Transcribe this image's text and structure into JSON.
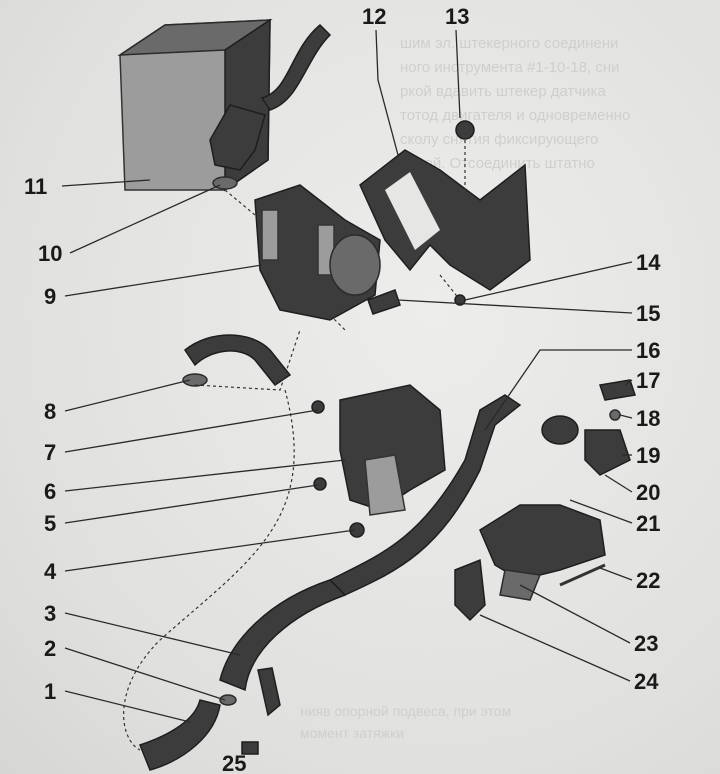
{
  "title": "Exploded view of engine cooling/heater components",
  "bleed_text_top": [
    "шим эл. штекерного соединени",
    "ного инструмента #1-10-18, сни",
    "ркой вдавить штекер датчика",
    "тотод двигателя и одновременно",
    "сколу снятия фиксирующего",
    "ворой. Отсоединить штатно"
  ],
  "bleed_text_bottom": [
    "нияв опорной подвеса, при этом",
    "момент затяжки"
  ],
  "labels": {
    "l1": "1",
    "l2": "2",
    "l3": "3",
    "l4": "4",
    "l5": "5",
    "l6": "6",
    "l7": "7",
    "l8": "8",
    "l9": "9",
    "l10": "10",
    "l11": "11",
    "l12": "12",
    "l13": "13",
    "l14": "14",
    "l15": "15",
    "l16": "16",
    "l17": "17",
    "l18": "18",
    "l19": "19",
    "l20": "20",
    "l21": "21",
    "l22": "22",
    "l23": "23",
    "l24": "24",
    "l25": "25"
  },
  "colors": {
    "paper": "#e6e6e4",
    "ink": "#1a1a1a"
  }
}
